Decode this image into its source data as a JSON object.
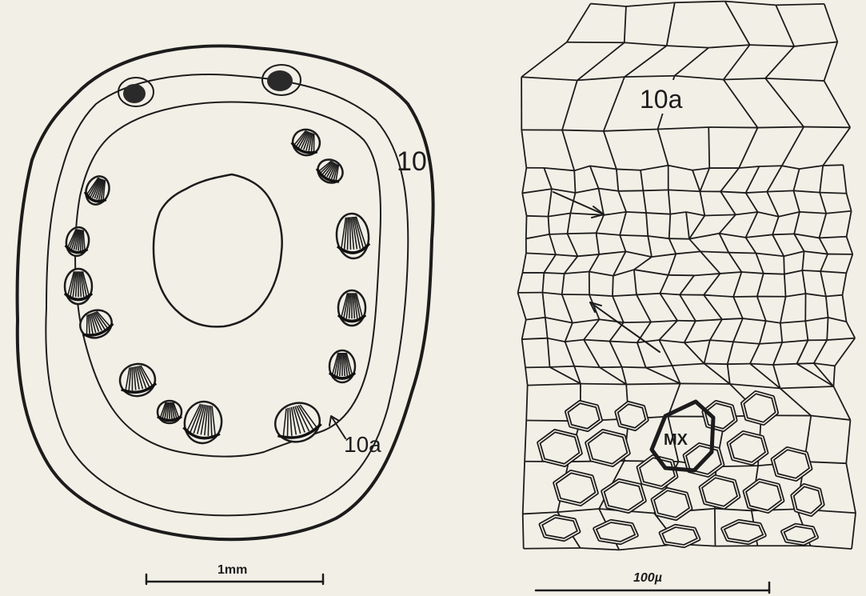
{
  "figure_labels": {
    "panel_10": "10",
    "panel_10a": "10a",
    "pointer_10a": "10a",
    "cell_mx": "MX"
  },
  "scale_bars": {
    "left": "1mm",
    "right": "100µ"
  }
}
